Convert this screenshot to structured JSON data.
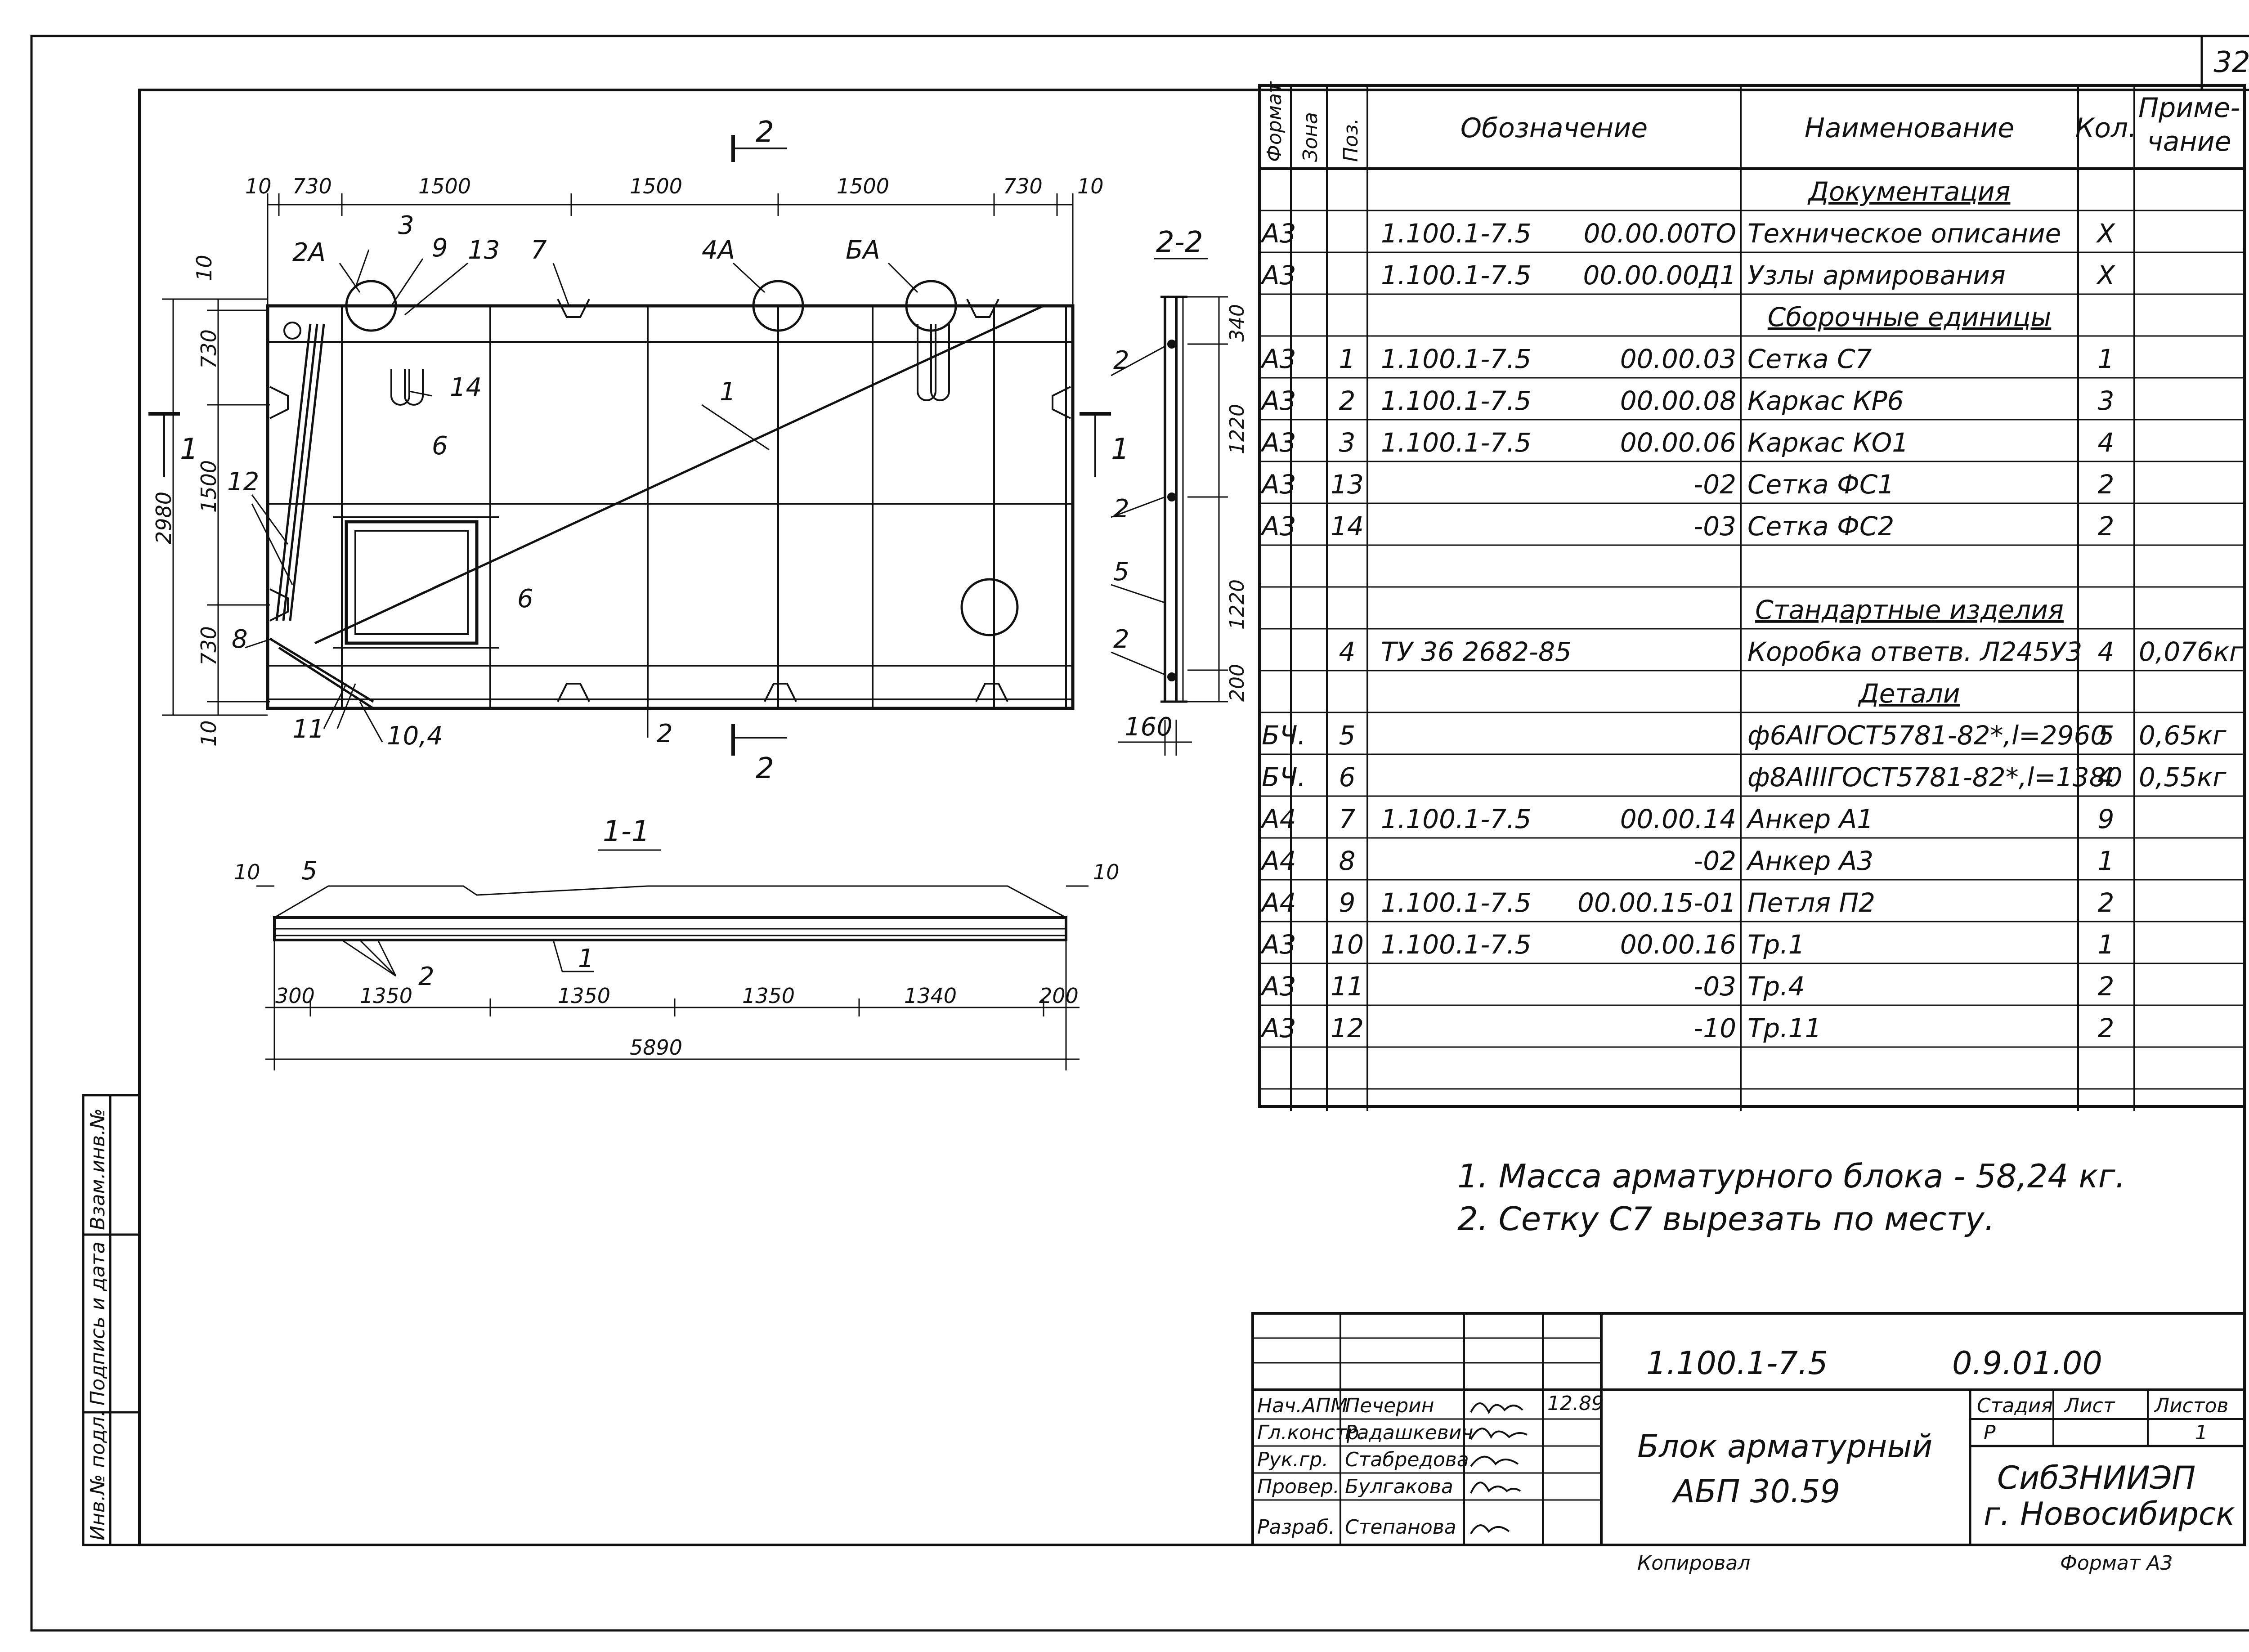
{
  "sheet_number": "32",
  "drawing": {
    "top_dims": [
      "10",
      "730",
      "1500",
      "1500",
      "1500",
      "730",
      "10"
    ],
    "left_dims": [
      "10",
      "730",
      "1500",
      "730",
      "10"
    ],
    "overall_height": "2980",
    "callouts": [
      "2A",
      "3",
      "9",
      "13",
      "7",
      "4A",
      "БА",
      "1",
      "14",
      "6",
      "6",
      "12",
      "8",
      "11",
      "10,4",
      "2"
    ],
    "section_mark_2": "2",
    "section_mark_1": "1"
  },
  "section_22": {
    "title": "2-2",
    "dims": [
      "340",
      "1220",
      "1220",
      "200"
    ],
    "callouts": [
      "2",
      "2",
      "5",
      "2"
    ],
    "width": "160"
  },
  "section_11": {
    "title": "1-1",
    "end_dims": [
      "10",
      "10"
    ],
    "callouts": [
      "5",
      "2",
      "1"
    ],
    "bottom_dims": [
      "300",
      "1350",
      "1350",
      "1350",
      "1340",
      "200"
    ],
    "overall": "5890"
  },
  "spec": {
    "headers": {
      "format": "Формат",
      "zone": "Зона",
      "pos": "Поз.",
      "designation": "Обозначение",
      "name": "Наименование",
      "qty": "Кол.",
      "note1": "Приме-",
      "note2": "чание"
    },
    "rows": [
      {
        "format": "",
        "pos": "",
        "des1": "",
        "des2": "",
        "name": "Документация",
        "qty": "",
        "note": "",
        "section": true
      },
      {
        "format": "А3",
        "pos": "",
        "des1": "1.100.1-7.5",
        "des2": "00.00.00ТО",
        "name": "Техническое описание",
        "qty": "Х",
        "note": ""
      },
      {
        "format": "А3",
        "pos": "",
        "des1": "1.100.1-7.5",
        "des2": "00.00.00Д1",
        "name": "Узлы армирования",
        "qty": "Х",
        "note": ""
      },
      {
        "format": "",
        "pos": "",
        "des1": "",
        "des2": "",
        "name": "Сборочные единицы",
        "qty": "",
        "note": "",
        "section": true
      },
      {
        "format": "А3",
        "pos": "1",
        "des1": "1.100.1-7.5",
        "des2": "00.00.03",
        "name": "Сетка С7",
        "qty": "1",
        "note": ""
      },
      {
        "format": "А3",
        "pos": "2",
        "des1": "1.100.1-7.5",
        "des2": "00.00.08",
        "name": "Каркас КР6",
        "qty": "3",
        "note": ""
      },
      {
        "format": "А3",
        "pos": "3",
        "des1": "1.100.1-7.5",
        "des2": "00.00.06",
        "name": "Каркас КО1",
        "qty": "4",
        "note": ""
      },
      {
        "format": "А3",
        "pos": "13",
        "des1": "",
        "des2": "-02",
        "name": "Сетка ФС1",
        "qty": "2",
        "note": ""
      },
      {
        "format": "А3",
        "pos": "14",
        "des1": "",
        "des2": "-03",
        "name": "Сетка ФС2",
        "qty": "2",
        "note": ""
      },
      {
        "format": "",
        "pos": "",
        "des1": "",
        "des2": "",
        "name": "",
        "qty": "",
        "note": ""
      },
      {
        "format": "",
        "pos": "",
        "des1": "",
        "des2": "",
        "name": "Стандартные изделия",
        "qty": "",
        "note": "",
        "section": true
      },
      {
        "format": "",
        "pos": "4",
        "des1": "ТУ 36 2682-85",
        "des2": "",
        "name": "Коробка ответв. Л245У3",
        "qty": "4",
        "note": "0,076кг"
      },
      {
        "format": "",
        "pos": "",
        "des1": "",
        "des2": "",
        "name": "Детали",
        "qty": "",
        "note": "",
        "section": true
      },
      {
        "format": "БЧ.",
        "pos": "5",
        "des1": "",
        "des2": "",
        "name": "ф6АIГОСТ5781-82*,l=2960",
        "qty": "5",
        "note": "0,65кг"
      },
      {
        "format": "БЧ.",
        "pos": "6",
        "des1": "",
        "des2": "",
        "name": "ф8АIIIГОСТ5781-82*,l=1380",
        "qty": "4",
        "note": "0,55кг"
      },
      {
        "format": "А4",
        "pos": "7",
        "des1": "1.100.1-7.5",
        "des2": "00.00.14",
        "name": "Анкер А1",
        "qty": "9",
        "note": ""
      },
      {
        "format": "А4",
        "pos": "8",
        "des1": "",
        "des2": "-02",
        "name": "Анкер А3",
        "qty": "1",
        "note": ""
      },
      {
        "format": "А4",
        "pos": "9",
        "des1": "1.100.1-7.5",
        "des2": "00.00.15-01",
        "name": "Петля П2",
        "qty": "2",
        "note": ""
      },
      {
        "format": "А3",
        "pos": "10",
        "des1": "1.100.1-7.5",
        "des2": "00.00.16",
        "name": "Тр.1",
        "qty": "1",
        "note": ""
      },
      {
        "format": "А3",
        "pos": "11",
        "des1": "",
        "des2": "-03",
        "name": "Тр.4",
        "qty": "2",
        "note": ""
      },
      {
        "format": "А3",
        "pos": "12",
        "des1": "",
        "des2": "-10",
        "name": "Тр.11",
        "qty": "2",
        "note": ""
      },
      {
        "format": "",
        "pos": "",
        "des1": "",
        "des2": "",
        "name": "",
        "qty": "",
        "note": ""
      }
    ]
  },
  "notes": [
    "1. Масса арматурного блока - 58,24 кг.",
    "2. Сетку С7 вырезать по месту."
  ],
  "side_stamp": [
    "Инв.№ подл.",
    "Подпись и дата",
    "Взам.инв.№"
  ],
  "title_block": {
    "designation": "1.100.1-7.5",
    "doc_code": "0.9.01.00",
    "title_line1": "Блок арматурный",
    "title_line2": "АБП 30.59",
    "stage_label": "Стадия",
    "sheet_label": "Лист",
    "sheets_label": "Листов",
    "stage_value": "Р",
    "sheets_value": "1",
    "org_line1": "СибЗНИИЭП",
    "org_line2": "г. Новосибирск",
    "date": "12.89",
    "people": [
      {
        "role": "Нач.АПМ",
        "name": "Печерин"
      },
      {
        "role": "Гл.констр.",
        "name": "Радашкевич"
      },
      {
        "role": "Рук.гр.",
        "name": "Стабредова"
      },
      {
        "role": "Провер.",
        "name": "Булгакова"
      },
      {
        "role": "Разраб.",
        "name": "Степанова"
      }
    ],
    "copied": "Копировал",
    "format": "Формат А3"
  }
}
